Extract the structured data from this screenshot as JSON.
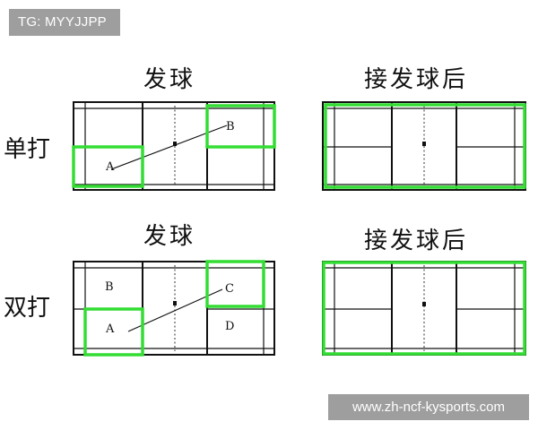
{
  "tag": "TG: MYYJJPP",
  "watermark": "www.zh-ncf-kysports.com",
  "headings": {
    "serve_1": "发球",
    "after_1": "接发球后",
    "serve_2": "发球",
    "after_2": "接发球后"
  },
  "rows": {
    "singles": "单打",
    "doubles": "双打"
  },
  "labels": {
    "singles_a": "A",
    "singles_b": "B",
    "doubles_a": "A",
    "doubles_b": "B",
    "doubles_c": "C",
    "doubles_d": "D"
  },
  "colors": {
    "zone": "#33dd33",
    "lines": "#111111",
    "badge": "#9e9e9e"
  }
}
